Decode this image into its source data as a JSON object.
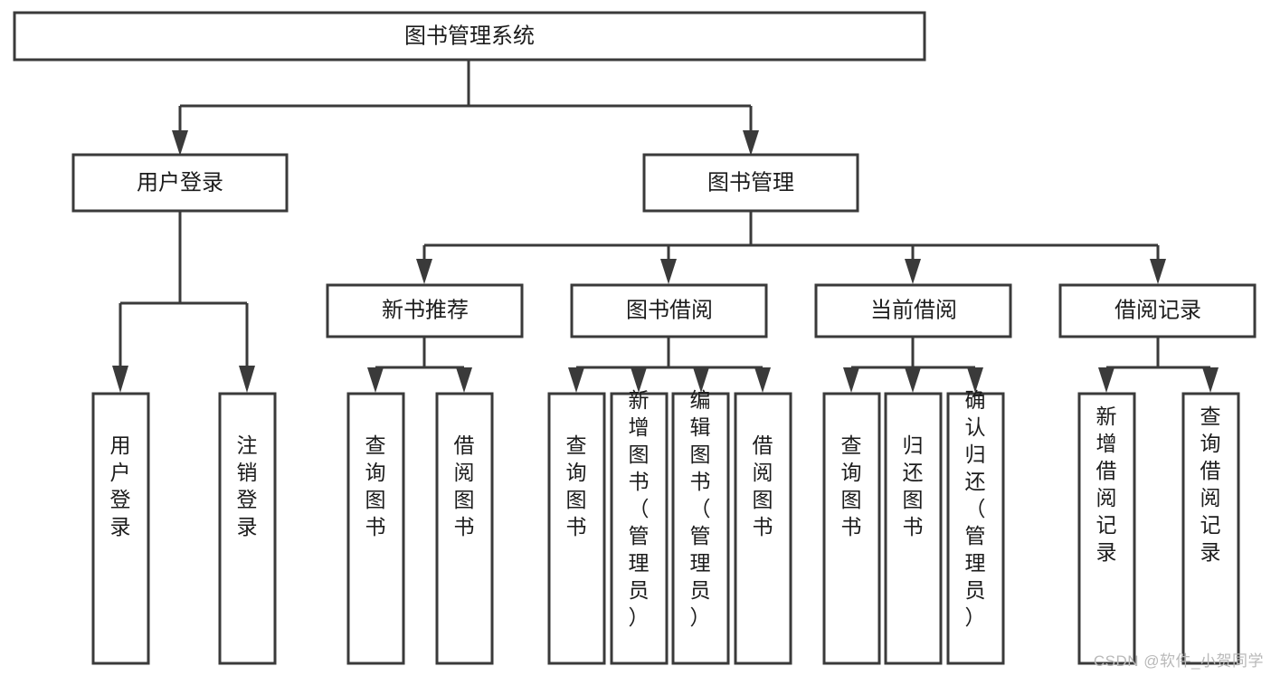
{
  "diagram": {
    "type": "tree-hierarchy-chart",
    "title": "图书管理系统",
    "watermark": "CSDN @软件_小贺同学",
    "colors": {
      "background": "#ffffff",
      "box_stroke": "#3a3a3a",
      "box_fill": "#ffffff",
      "text": "#1c1c1c",
      "watermark": "#b9b9b9"
    },
    "levels": {
      "level1_label": "图书管理系统",
      "level2_labels": [
        "用户登录",
        "图书管理"
      ],
      "level3_labels": [
        "新书推荐",
        "图书借阅",
        "当前借阅",
        "借阅记录"
      ]
    },
    "nodes": {
      "root": {
        "id": "root",
        "label": "图书管理系统",
        "orientation": "horizontal"
      },
      "user_login": {
        "id": "user-login",
        "label": "用户登录",
        "orientation": "horizontal"
      },
      "book_manage": {
        "id": "book-manage",
        "label": "图书管理",
        "orientation": "horizontal"
      },
      "new_book_rec": {
        "id": "new-book-recommend",
        "label": "新书推荐",
        "orientation": "horizontal"
      },
      "book_borrow": {
        "id": "book-borrow",
        "label": "图书借阅",
        "orientation": "horizontal"
      },
      "current_borrow": {
        "id": "current-borrow",
        "label": "当前借阅",
        "orientation": "horizontal"
      },
      "borrow_record": {
        "id": "borrow-record",
        "label": "借阅记录",
        "orientation": "horizontal"
      },
      "leaf_user_login": {
        "id": "leaf-user-login",
        "label": "用户登录",
        "orientation": "vertical"
      },
      "leaf_logout": {
        "id": "leaf-logout-login",
        "label": "注销登录",
        "orientation": "vertical"
      },
      "leaf_query_book_1": {
        "id": "leaf-query-book-1",
        "label": "查询图书",
        "orientation": "vertical"
      },
      "leaf_borrow_book_1": {
        "id": "leaf-borrow-book-1",
        "label": "借阅图书",
        "orientation": "vertical"
      },
      "leaf_query_book_2": {
        "id": "leaf-query-book-2",
        "label": "查询图书",
        "orientation": "vertical"
      },
      "leaf_add_book": {
        "id": "leaf-add-book-admin",
        "label": "新增图书（管理员）",
        "orientation": "vertical"
      },
      "leaf_edit_book": {
        "id": "leaf-edit-book-admin",
        "label": "编辑图书（管理员）",
        "orientation": "vertical"
      },
      "leaf_borrow_book_2": {
        "id": "leaf-borrow-book-2",
        "label": "借阅图书",
        "orientation": "vertical"
      },
      "leaf_query_book_3": {
        "id": "leaf-query-book-3",
        "label": "查询图书",
        "orientation": "vertical"
      },
      "leaf_return_book": {
        "id": "leaf-return-book",
        "label": "归还图书",
        "orientation": "vertical"
      },
      "leaf_confirm_return": {
        "id": "leaf-confirm-return-admin",
        "label": "确认归还（管理员）",
        "orientation": "vertical"
      },
      "leaf_add_record": {
        "id": "leaf-add-borrow-record",
        "label": "新增借阅记录",
        "orientation": "vertical"
      },
      "leaf_query_record": {
        "id": "leaf-query-borrow-record",
        "label": "查询借阅记录",
        "orientation": "vertical"
      }
    },
    "edges": [
      {
        "from": "图书管理系统",
        "to": "用户登录"
      },
      {
        "from": "图书管理系统",
        "to": "图书管理"
      },
      {
        "from": "用户登录",
        "to": "用户登录"
      },
      {
        "from": "用户登录",
        "to": "注销登录"
      },
      {
        "from": "图书管理",
        "to": "新书推荐"
      },
      {
        "from": "图书管理",
        "to": "图书借阅"
      },
      {
        "from": "图书管理",
        "to": "当前借阅"
      },
      {
        "from": "图书管理",
        "to": "借阅记录"
      },
      {
        "from": "新书推荐",
        "to": "查询图书"
      },
      {
        "from": "新书推荐",
        "to": "借阅图书"
      },
      {
        "from": "图书借阅",
        "to": "查询图书"
      },
      {
        "from": "图书借阅",
        "to": "新增图书（管理员）"
      },
      {
        "from": "图书借阅",
        "to": "编辑图书（管理员）"
      },
      {
        "from": "图书借阅",
        "to": "借阅图书"
      },
      {
        "from": "当前借阅",
        "to": "查询图书"
      },
      {
        "from": "当前借阅",
        "to": "归还图书"
      },
      {
        "from": "当前借阅",
        "to": "确认归还（管理员）"
      },
      {
        "from": "借阅记录",
        "to": "新增借阅记录"
      },
      {
        "from": "借阅记录",
        "to": "查询借阅记录"
      }
    ]
  }
}
